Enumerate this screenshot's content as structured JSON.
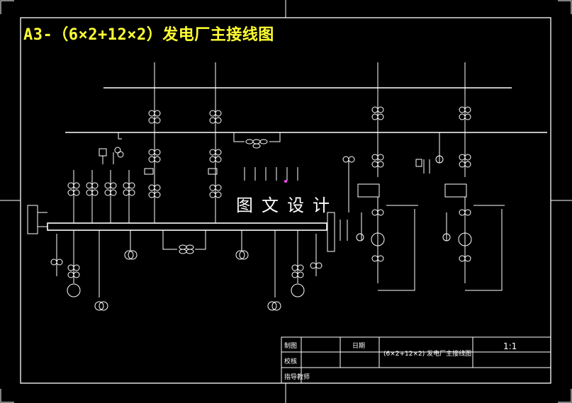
{
  "drawing": {
    "title": "A3-（6×2+12×2）发电厂主接线图",
    "watermark": "图文设计"
  },
  "title_block": {
    "drawn_by_label": "制图",
    "checked_by_label": "校核",
    "advisor_label": "指导教师",
    "date_label": "日期",
    "drawing_name": "(6×2+12×2) 发电厂主接线图",
    "scale": "1:1"
  },
  "colors": {
    "background": "#000000",
    "lines": "#ffffff",
    "title": "#ffff33",
    "marker": "#ff44ff"
  }
}
